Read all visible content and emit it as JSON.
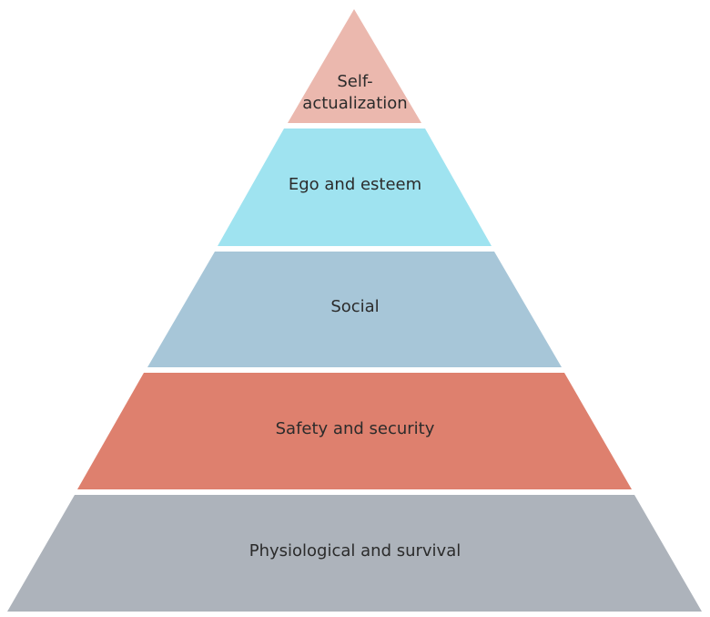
{
  "diagram": {
    "type": "pyramid",
    "tiers": [
      {
        "label_line1": "Self-",
        "label_line2": "actualization",
        "color": "#ebb8ae"
      },
      {
        "label": "Ego and esteem",
        "color": "#9fe3f0"
      },
      {
        "label": "Social",
        "color": "#a7c6d8"
      },
      {
        "label": "Safety and security",
        "color": "#de806e"
      },
      {
        "label": "Physiological and survival",
        "color": "#adb3bb"
      }
    ]
  }
}
